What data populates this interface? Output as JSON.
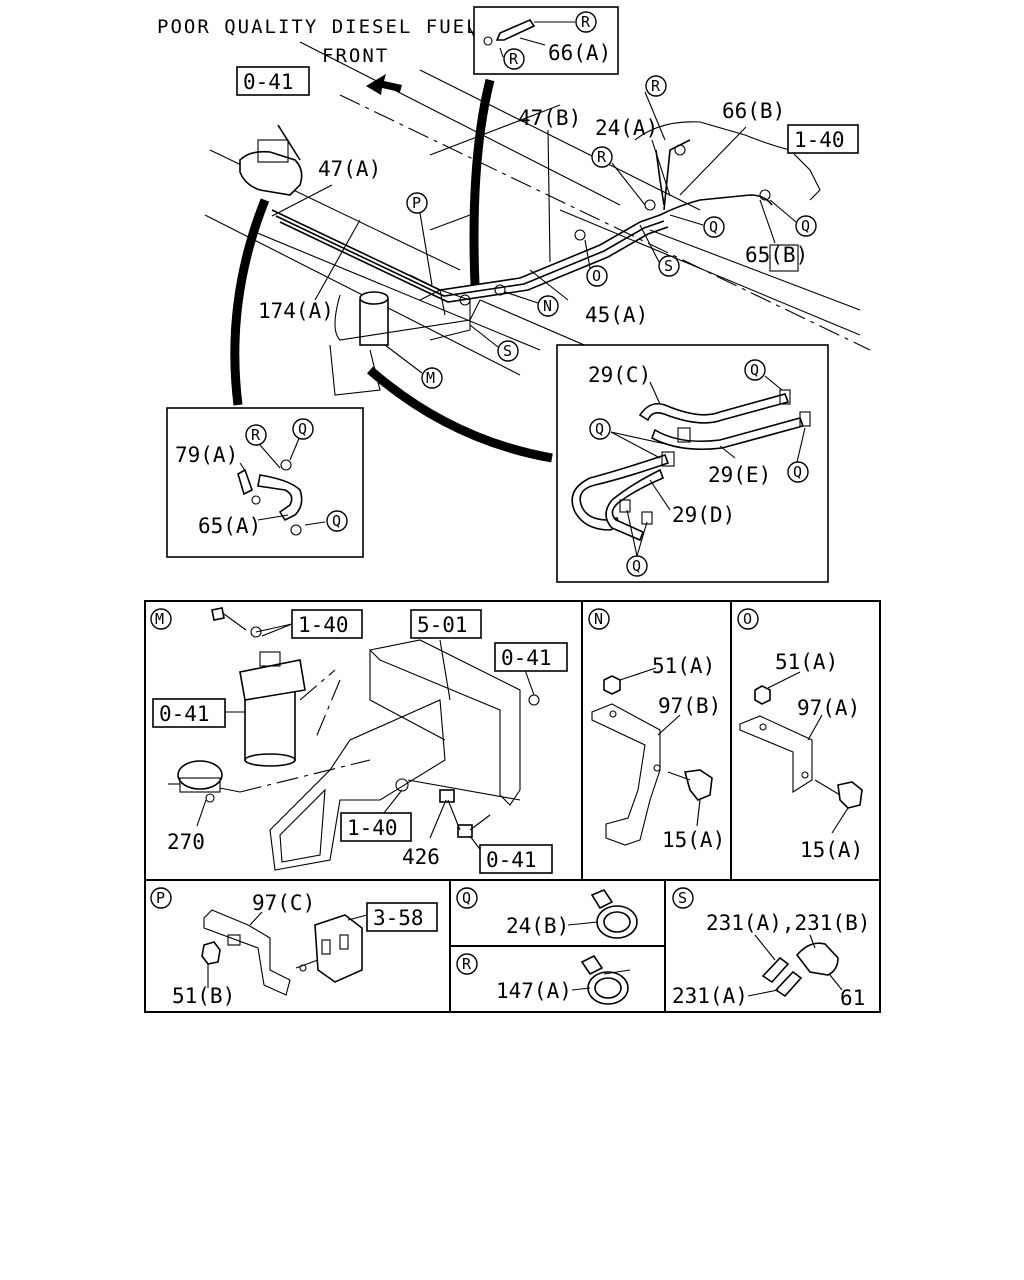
{
  "header": {
    "title": "POOR QUALITY DIESEL FUEL",
    "direction": "FRONT"
  },
  "refs": {
    "r041_top": "0-41",
    "r140_top": "1-40",
    "r140_m1": "1-40",
    "r501_m": "5-01",
    "r041_m1": "0-41",
    "r041_m2": "0-41",
    "r140_m2": "1-40",
    "r041_m3": "0-41",
    "r358_p": "3-58"
  },
  "main_labels": {
    "p66a": "66(A)",
    "p47a": "47(A)",
    "p47b": "47(B)",
    "p24a": "24(A)",
    "p66b": "66(B)",
    "p174a": "174(A)",
    "p65b": "65(B)",
    "p45a": "45(A)"
  },
  "callouts": {
    "R": "R",
    "Q": "Q",
    "P": "P",
    "N": "N",
    "O": "O",
    "S": "S",
    "M": "M"
  },
  "inset_left": {
    "p79a": "79(A)",
    "p65a": "65(A)"
  },
  "inset_right": {
    "p29c": "29(C)",
    "p29e": "29(E)",
    "p29d": "29(D)"
  },
  "panel_m": {
    "letter": "M",
    "p270": "270",
    "p426": "426"
  },
  "panel_n": {
    "letter": "N",
    "p51a": "51(A)",
    "p97b": "97(B)",
    "p15a": "15(A)"
  },
  "panel_o": {
    "letter": "O",
    "p51a": "51(A)",
    "p97a": "97(A)",
    "p15a": "15(A)"
  },
  "panel_p": {
    "letter": "P",
    "p97c": "97(C)",
    "p51b": "51(B)"
  },
  "panel_q": {
    "letter": "Q",
    "p24b": "24(B)"
  },
  "panel_r": {
    "letter": "R",
    "p147a": "147(A)"
  },
  "panel_s": {
    "letter": "S",
    "p231": "231(A),231(B)",
    "p231a": "231(A)",
    "p61": "61"
  }
}
